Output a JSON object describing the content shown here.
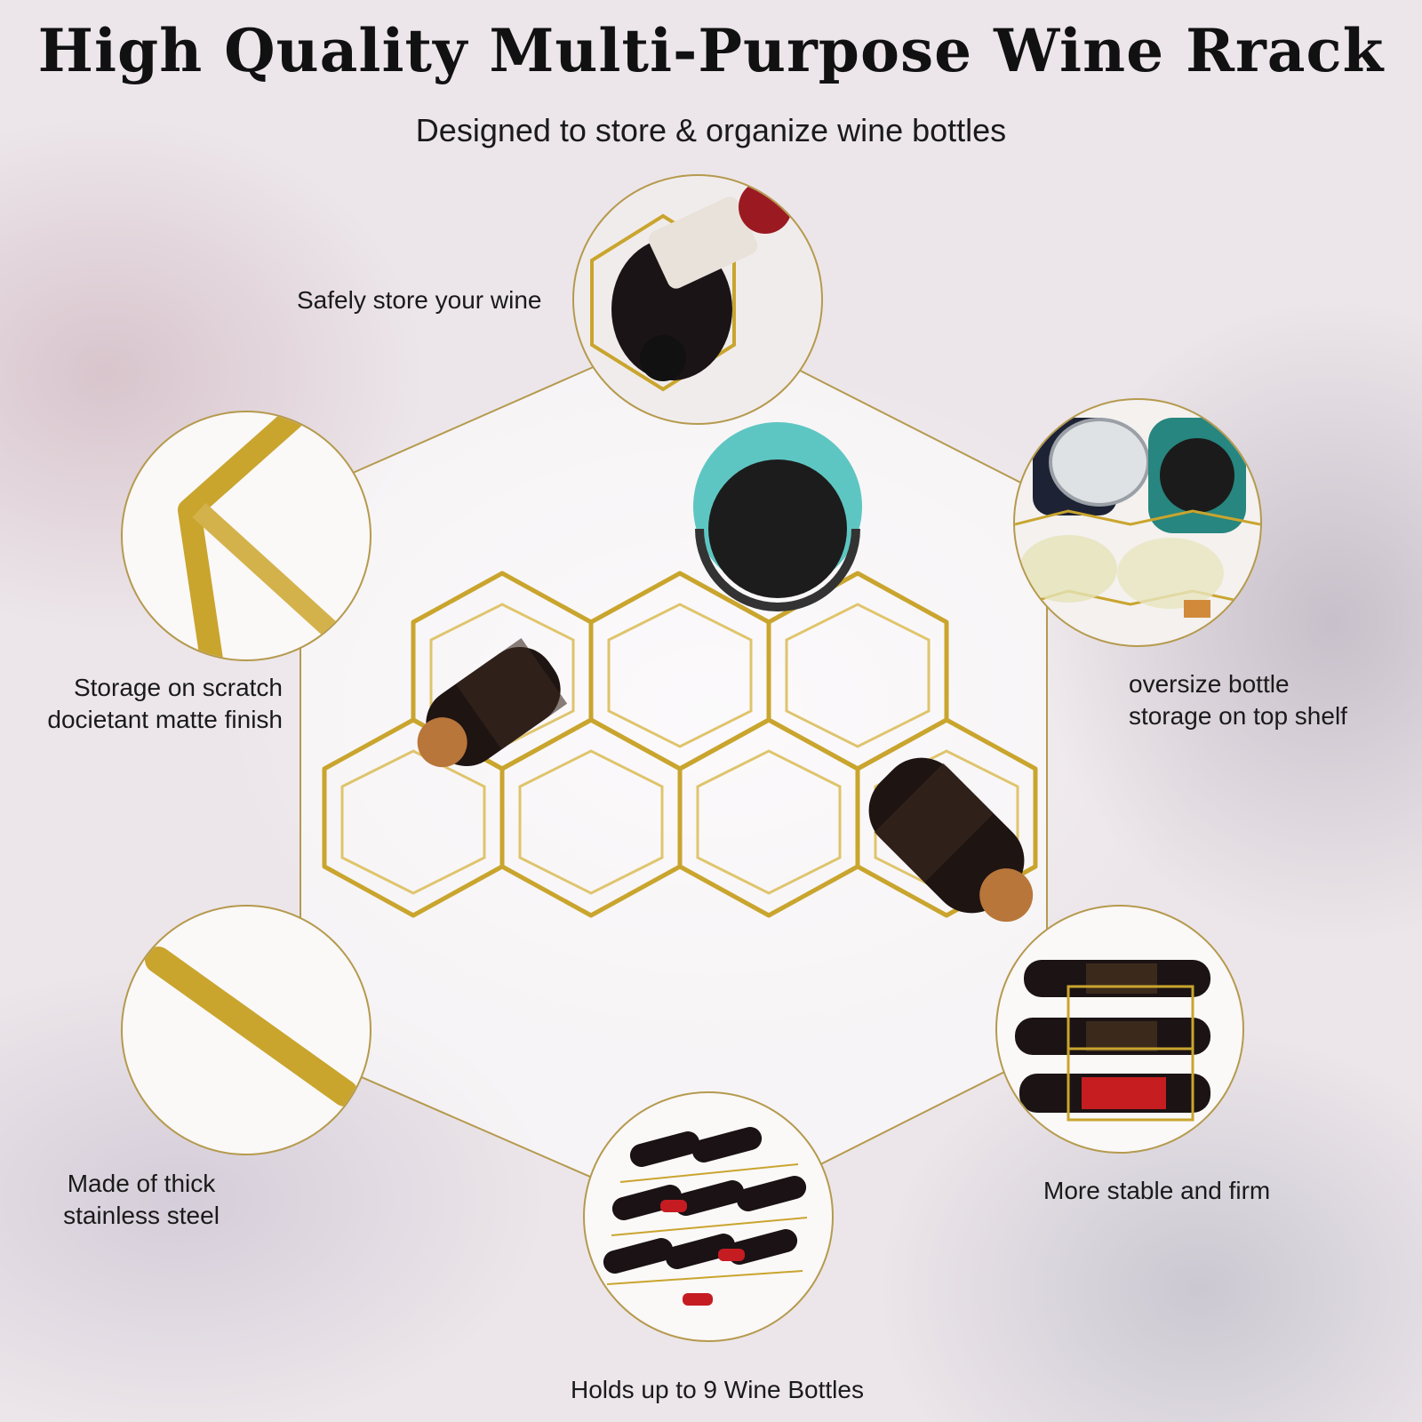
{
  "header": {
    "title": "High Quality Multi-Purpose Wine Rrack",
    "subtitle": "Designed to store & organize wine bottles"
  },
  "features": [
    {
      "text": "Safely store your wine"
    },
    {
      "line1": "Storage on scratch",
      "line2": "docietant matte  finish"
    },
    {
      "line1": "Made of thick",
      "line2": "stainless steel"
    },
    {
      "text": "Holds up to 9 Wine Bottles"
    },
    {
      "line1": "oversize bottle",
      "line2": "storage on top shelf"
    },
    {
      "text": "More stable and firm"
    }
  ],
  "colors": {
    "gold": "#c9a52e",
    "frame_line": "#b59a4e",
    "text": "#1a1a1a"
  }
}
